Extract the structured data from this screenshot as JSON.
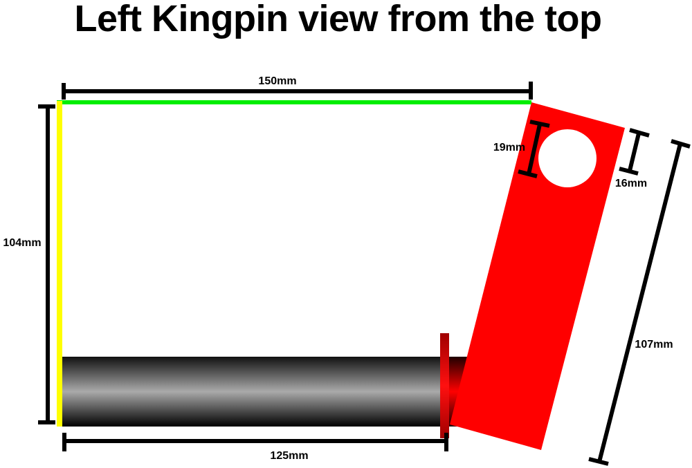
{
  "title": "Left Kingpin view from the top",
  "dimensions": {
    "top_width": "150mm",
    "left_height": "104mm",
    "bottom_width": "125mm",
    "hole_diameter": "19mm",
    "hole_to_edge": "16mm",
    "plate_length": "107mm"
  },
  "colors": {
    "top_edge": "#00ee00",
    "left_edge": "#ffff00",
    "plate": "#ff0000",
    "flange": "#c00000",
    "dimension_lines": "#000000"
  }
}
